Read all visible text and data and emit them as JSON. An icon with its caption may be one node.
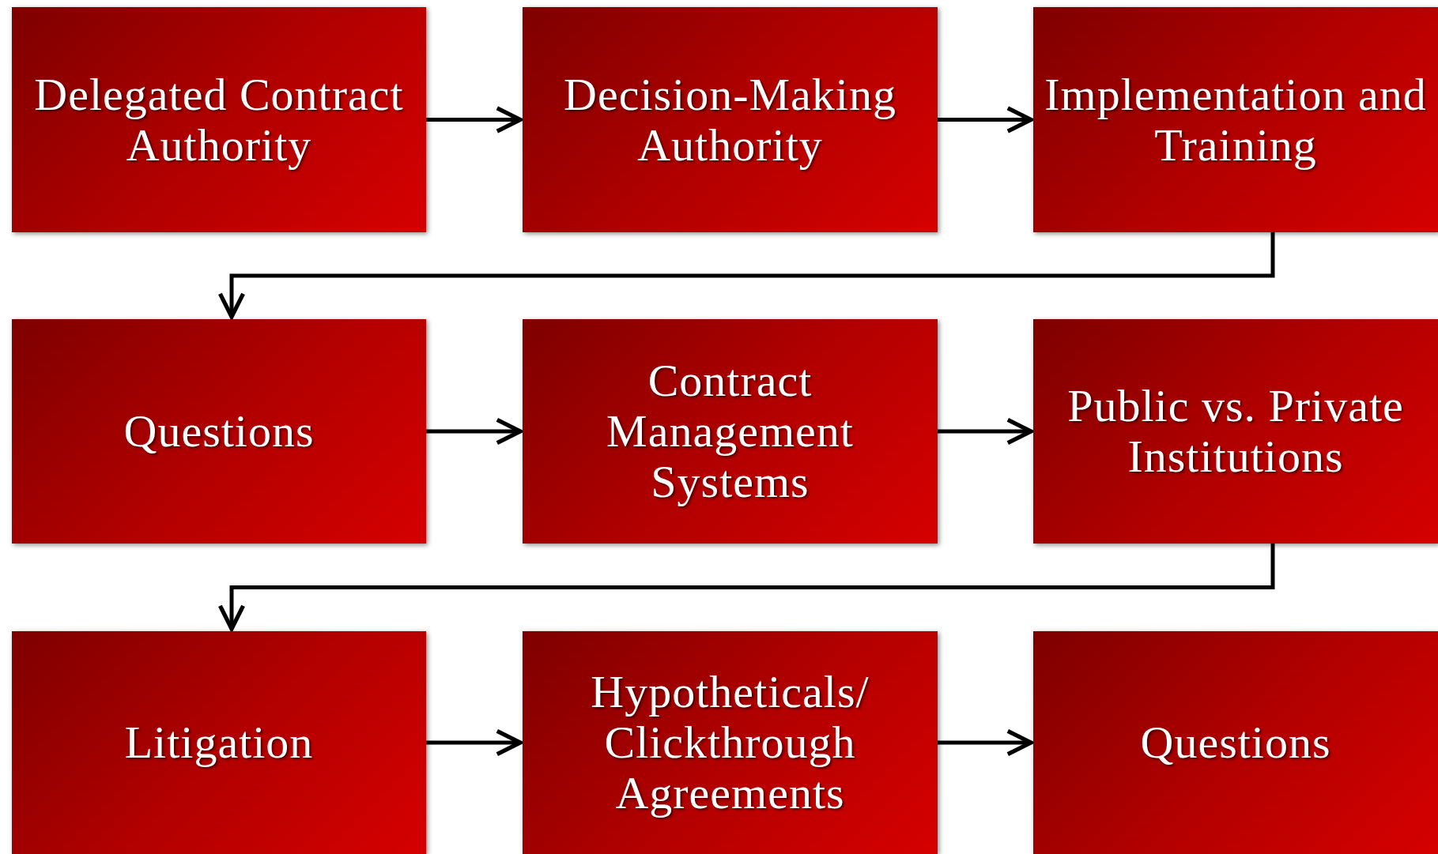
{
  "diagram": {
    "nodes": [
      {
        "text": [
          "Delegated Contract Authority"
        ]
      },
      {
        "text": [
          "Decision-Making Authority"
        ]
      },
      {
        "text": [
          "Implementation and Training"
        ]
      },
      {
        "text": [
          "Questions"
        ]
      },
      {
        "text": [
          "Contract Management Systems"
        ]
      },
      {
        "text": [
          "Public vs. Private Institutions"
        ]
      },
      {
        "text": [
          "Litigation"
        ]
      },
      {
        "text": [
          "Hypotheticals/ Clickthrough Agreements"
        ]
      },
      {
        "text": [
          "Questions"
        ]
      }
    ],
    "edges": [
      {
        "from": 0,
        "to": 1,
        "arrow": "to"
      },
      {
        "from": 1,
        "to": 2,
        "arrow": "to"
      },
      {
        "from": 2,
        "to": 3,
        "arrow": "to"
      },
      {
        "from": 3,
        "to": 4,
        "arrow": "to"
      },
      {
        "from": 4,
        "to": 5,
        "arrow": "to"
      },
      {
        "from": 5,
        "to": 6,
        "arrow": "to"
      },
      {
        "from": 6,
        "to": 7,
        "arrow": "to"
      },
      {
        "from": 7,
        "to": 8,
        "arrow": "to"
      }
    ]
  }
}
